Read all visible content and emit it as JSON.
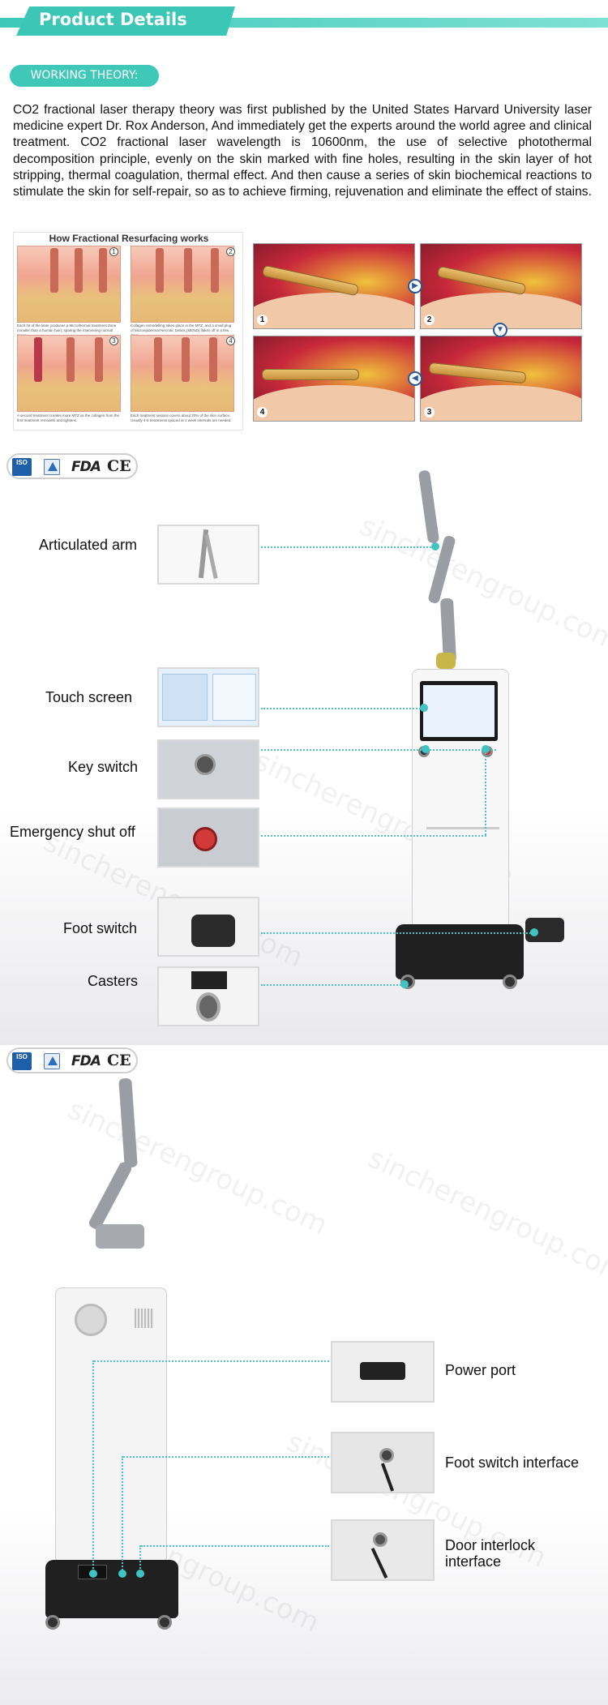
{
  "header": {
    "title": "Product Details"
  },
  "working_theory": {
    "label": "WORKING THEORY:",
    "text": "CO2 fractional laser therapy theory was first published by the United States Harvard University laser medicine expert Dr. Rox Anderson, And immediately get the experts around the world agree and clinical treatment. CO2 fractional laser wavelength is 10600nm, the use of selective photothermal decomposition principle, evenly on the skin marked with fine holes, resulting in the skin layer of hot stripping, thermal coagulation, thermal effect. And then cause a series of skin biochemical reactions to stimulate the skin for self-repair, so as to achieve firming, rejuvenation and eliminate the effect of stains."
  },
  "figure_left": {
    "title": "How Fractional Resurfacing works",
    "steps": [
      "1",
      "2",
      "3",
      "4"
    ],
    "captions": [
      "Each hit of the laser produces a Microthermal treatment Zone (smaller than a human hair), sparing the intervening normal tissue.",
      "Collagen remodelling takes place in the MTZ, and a small plug of Microepidermal Necrotic Debris (MEND) flakes off in a few days.",
      "A second treatment creates more MTZ as the collagen from the first treatment remodels and tightens.",
      "Each treatment session covers about 20% of the skin surface. Usually 4-6 treatments spaced at 1 week intervals are needed."
    ]
  },
  "figure_right": {
    "panels": [
      "1",
      "2",
      "4",
      "3"
    ]
  },
  "certs": {
    "iso": "ISO",
    "fda": "FDA",
    "ce": "CE"
  },
  "front_parts": [
    {
      "label": "Articulated arm"
    },
    {
      "label": "Touch screen"
    },
    {
      "label": "Key switch"
    },
    {
      "label": "Emergency shut off"
    },
    {
      "label": "Foot switch"
    },
    {
      "label": "Casters"
    }
  ],
  "back_parts": [
    {
      "label": "Power port"
    },
    {
      "label": "Foot switch interface"
    },
    {
      "label": "Door interlock interface"
    }
  ],
  "watermark": "sincherengroup.com",
  "colors": {
    "accent": "#3fc7b7",
    "dotline": "#4fc3c3"
  }
}
